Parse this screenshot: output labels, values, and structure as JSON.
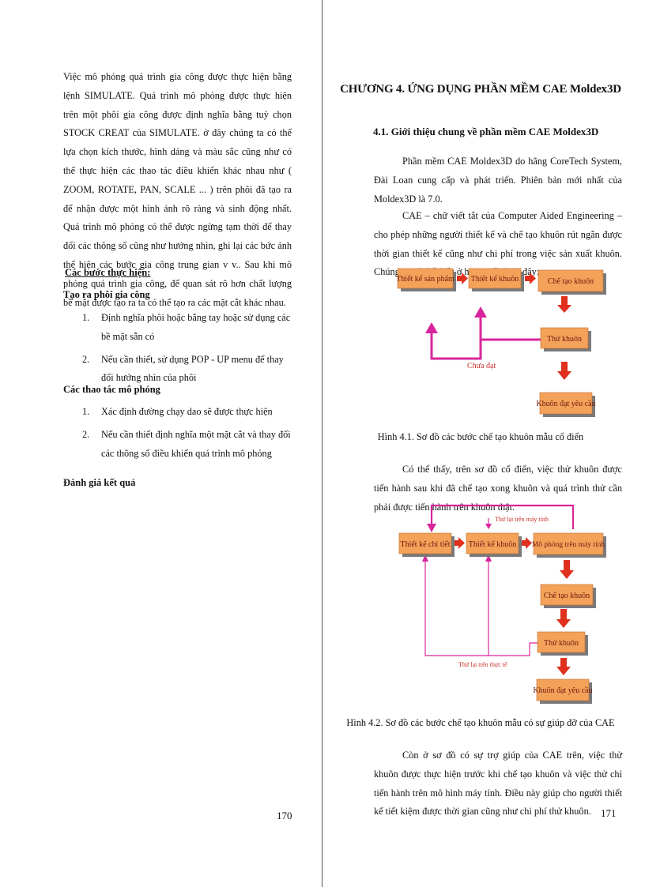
{
  "left": {
    "intro": "Việc mô phỏng quá trình gia công được thực hiện bằng lệnh SIMULATE. Quá trình mô phỏng được thực hiện trên một phôi gia công được định nghĩa bằng tuỳ chọn STOCK CREAT của SIMULATE. ở đây chúng ta có thể lựa chọn kích thước, hình dáng và màu sắc cũng như có thể thực hiện các thao tác điều khiển khác nhau như ( ZOOM, ROTATE, PAN, SCALE ... ) trên phôi đã tạo ra để nhận được một hình ảnh rõ ràng và sinh động nhất. Quá trình mô phỏng có thể được ngừng tạm thời để thay đổi các thông số cũng như hướng nhìn, ghi lại các bức ảnh thể hiện các bước gia công trung gian v v.. Sau khi mô phỏng quá trình gia công, để quan sát rõ hơn chất lượng bề mặt được tạo ra ta có thể tạo ra các mặt cắt khác nhau.",
    "steps_heading": "Các bước thực hiện:",
    "stock_heading": "Tạo ra phôi gia công",
    "stock_items": [
      {
        "num": "1.",
        "text": "Định nghĩa phôi hoặc bằng tay hoặc sử dụng các bề mặt sẵn có"
      },
      {
        "num": "2.",
        "text": "Nếu cần thiết, sử dụng POP - UP menu để thay đổi hướng nhìn của phôi"
      }
    ],
    "sim_heading": "Các thao tác mô phỏng",
    "sim_items": [
      {
        "num": "1.",
        "text": "Xác định đường chạy dao sẽ được thực hiện"
      },
      {
        "num": "2.",
        "text": "Nếu cần thiết định nghĩa một mặt cắt và thay đổi các thông số điều khiển quá trình mô phỏng"
      }
    ],
    "eval_heading": "Đánh giá kết quả",
    "page_number": "170"
  },
  "right": {
    "chapter_title": "CHƯƠNG 4. ỨNG DỤNG PHẦN MỀM CAE Moldex3D",
    "section_title": "4.1. Giới thiệu chung về phần mềm CAE Moldex3D",
    "p1": "Phần mềm CAE Moldex3D do hãng CoreTech System, Đài Loan cung cấp và phát triển. Phiên bản mới nhất của Moldex3D là 7.0.",
    "p2": "CAE – chữ viết tắt của Computer Aided Engineering – cho phép những người thiết kế và chế tạo khuôn rút ngắn được thời gian thiết kế cũng như chi phí trong việc sản xuất khuôn. Chúng ta có thể thấy ở hai sơ đồ dưới đây:",
    "fig1": {
      "boxes": [
        "Thiết kế sản phẩm",
        "Thiết kế khuôn",
        "Chế tạo khuôn",
        "Thử khuôn",
        "Khuôn đạt yêu cầu"
      ],
      "loop_label": "Chưa đạt",
      "caption": "Hình 4.1. Sơ đồ các bước chế tạo khuôn mẫu cổ điển"
    },
    "p3": "Có thể thấy, trên sơ đồ cổ điển, việc thử khuôn được tiến hành sau khi đã chế tạo xong khuôn và quá trình thử cần phải được tiến hành trên khuôn thật.",
    "fig2": {
      "boxes": [
        "Thiết kế chi tiết",
        "Thiết kế khuôn",
        "Mô phỏng trên máy tính",
        "Chế tạo khuôn",
        "Thử khuôn",
        "Khuôn đạt yêu cầu"
      ],
      "loop_top_label": "Thử lại trên máy tính",
      "loop_bottom_label": "Thử lại trên thực tế",
      "caption": "Hình 4.2. Sơ đồ các bước chế tạo khuôn mẫu có sự giúp đỡ của CAE"
    },
    "p4": "Còn ở sơ đồ có sự trợ giúp của CAE trên, việc thử khuôn được thực hiện trước khi chế tạo khuôn và việc thử chỉ tiến hành trên mô hình máy tính. Điều này giúp cho người thiết kế tiết kiệm được thời gian cũng như chi phí thử khuôn.",
    "page_number": "171"
  },
  "colors": {
    "box_fill": "#f4a25a",
    "box_shadow": "#7a7a7a",
    "arrow_red": "#e0301e",
    "loop_magenta": "#d8259b",
    "loop_label_red": "#c8302a"
  }
}
